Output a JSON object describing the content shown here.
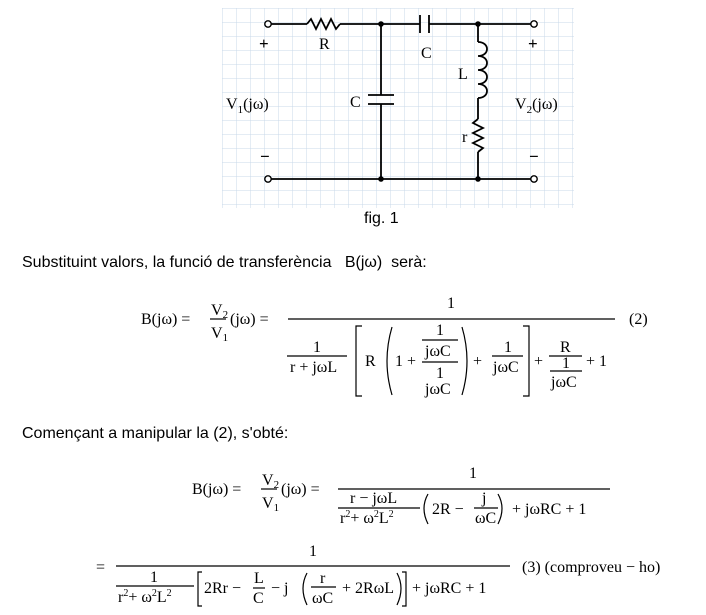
{
  "figure": {
    "labels": {
      "plus_left": "+",
      "minus_left": "−",
      "plus_right": "+",
      "minus_right": "−",
      "R": "R",
      "C_series": "C",
      "C_shunt": "C",
      "L": "L",
      "r": "r",
      "V1": "V",
      "V1_sub": "1",
      "V1_arg": "(jω)",
      "V2": "V",
      "V2_sub": "2",
      "V2_arg": "(jω)"
    },
    "caption": "fig. 1"
  },
  "text": {
    "p1": "Substituint valors, la funció de transferència   B(jω)  serà:",
    "p2": "Començant a manipular la (2), s'obté:"
  },
  "eq2": {
    "lhs": "B(jω) =",
    "V2": "V",
    "V2sub": "2",
    "V1": "V",
    "V1sub": "1",
    "jw": "(jω) =",
    "num": "1",
    "one": "1",
    "r_jwL": "r + jωL",
    "R": "R",
    "one_plus": "1 +",
    "jwC": "jωC",
    "plus": "+",
    "plus1": "+ 1",
    "tag": "(2)"
  },
  "eq3": {
    "lhs": "B(jω) =",
    "V2": "V",
    "V2sub": "2",
    "V1": "V",
    "V1sub": "1",
    "jw": "(jω) =",
    "num": "1",
    "r_jwL": "r − jωL",
    "den_a": "r",
    "den_b": "+ ω",
    "den_c": "L",
    "two": "2",
    "twoR": "2R −",
    "j": "j",
    "wC": "ωC",
    "rest": "+ jωRC + 1"
  },
  "eq4": {
    "eq": "=",
    "num": "1",
    "one": "1",
    "den_a": "r",
    "den_b": "+ ω",
    "den_c": "L",
    "two": "2",
    "part1": "2Rr −",
    "L": "L",
    "C": "C",
    "minus_j": "− j",
    "r": "r",
    "wC": "ωC",
    "plus2RwL": "+ 2RωL",
    "rest": "+ jωRC + 1",
    "tag": "(3)  (comproveu − ho)"
  }
}
